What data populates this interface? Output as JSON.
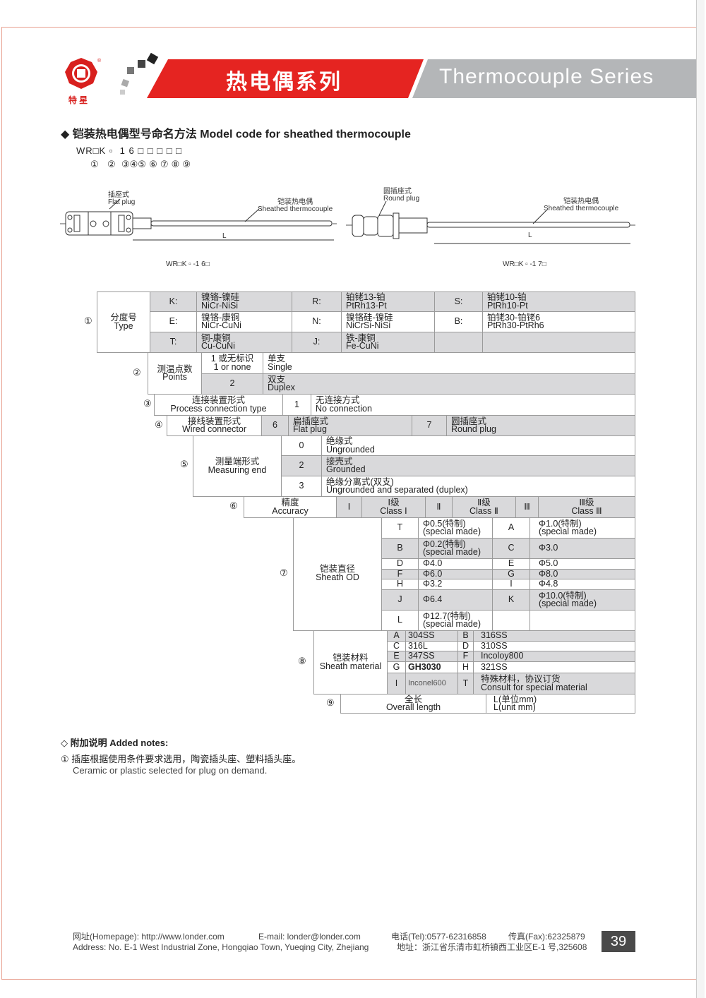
{
  "header": {
    "title_cn": "热电偶系列",
    "title_en": "Thermocouple Series",
    "logo_text": "特 星",
    "colors": {
      "red": "#e52421",
      "gray": "#b4b6b8"
    }
  },
  "section_title": "◆ 铠装热电偶型号命名方法  Model code for sheathed thermocouple",
  "model_code": "WR□K ▫  1 6 □ □ □ □ □",
  "model_positions": "①   ②  ③④⑤ ⑥ ⑦ ⑧ ⑨",
  "diagrams": {
    "flat": {
      "label": "插座式\nFlat plug",
      "sheath": "铠装热电偶\nSheathed thermocouple",
      "length": "L",
      "code": "WR□K ▫ -1 6□"
    },
    "round": {
      "label": "圆插座式\nRound plug",
      "sheath": "铠装热电偶\nSheathed thermocouple",
      "length": "L",
      "code": "WR□K ▫ -1 7□"
    }
  },
  "table": {
    "s1": {
      "num": "①",
      "label": "分度号\nType",
      "rows": [
        [
          "K:",
          "镍铬-镍硅\nNiCr-NiSi",
          "R:",
          "铂铑13-铂\nPtRh13-Pt",
          "S:",
          "铂铑10-铂\nPtRh10-Pt"
        ],
        [
          "E:",
          "镍铬-康铜\nNiCr-CuNi",
          "N:",
          "镍铬硅-镍硅\nNiCrSi-NiSi",
          "B:",
          "铂铑30-铂铑6\nPtRh30-PtRh6"
        ],
        [
          "T:",
          "铜-康铜\nCu-CuNi",
          "J:",
          "铁-康铜\nFe-CuNi",
          "",
          ""
        ]
      ]
    },
    "s2": {
      "num": "②",
      "label": "测温点数\nPoints",
      "rows": [
        [
          "1 或无标识\n1 or none",
          "单支\nSingle"
        ],
        [
          "2",
          "双支\nDuplex"
        ]
      ]
    },
    "s3": {
      "num": "③",
      "label": "连接装置形式\nProcess connection type",
      "code": "1",
      "desc": "无连接方式\nNo connection"
    },
    "s4": {
      "num": "④",
      "label": "接线装置形式\nWired connector",
      "rows": [
        [
          "6",
          "扁插座式\nFlat plug"
        ],
        [
          "7",
          "圆插座式\nRound plug"
        ]
      ]
    },
    "s5": {
      "num": "⑤",
      "label": "测量端形式\nMeasuring end",
      "rows": [
        [
          "0",
          "绝缘式\nUngrounded"
        ],
        [
          "2",
          "接壳式\nGrounded"
        ],
        [
          "3",
          "绝缘分离式(双支)\nUngrounded and separated (duplex)"
        ]
      ]
    },
    "s6": {
      "num": "⑥",
      "label": "精度\nAccuracy",
      "cols": [
        "Ⅰ",
        "Ⅰ级\nClass Ⅰ",
        "Ⅱ",
        "Ⅱ级\nClass Ⅱ",
        "Ⅲ",
        "Ⅲ级\nClass Ⅲ"
      ]
    },
    "s7": {
      "num": "⑦",
      "label": "铠装直径\nSheath OD",
      "rows": [
        [
          "T",
          "Φ0.5(特制)\n(special made)",
          "A",
          "Φ1.0(特制)\n(special made)"
        ],
        [
          "B",
          "Φ0.2(特制)\n(special made)",
          "C",
          "Φ3.0"
        ],
        [
          "D",
          "Φ4.0",
          "E",
          "Φ5.0"
        ],
        [
          "F",
          "Φ6.0",
          "G",
          "Φ8.0"
        ],
        [
          "H",
          "Φ3.2",
          "I",
          "Φ4.8"
        ],
        [
          "J",
          "Φ6.4",
          "K",
          "Φ10.0(特制)\n(special made)"
        ],
        [
          "L",
          "Φ12.7(特制)\n(special made)",
          "",
          ""
        ]
      ]
    },
    "s8": {
      "num": "⑧",
      "label": "铠装材料\nSheath material",
      "rows": [
        [
          "A",
          "304SS",
          "B",
          "316SS"
        ],
        [
          "C",
          "316L",
          "D",
          "310SS"
        ],
        [
          "E",
          "347SS",
          "F",
          "Incoloy800"
        ],
        [
          "G",
          "GH3030",
          "H",
          "321SS"
        ],
        [
          "I",
          "Inconel600",
          "T",
          "特殊材料，协议订货\nConsult for special material"
        ]
      ]
    },
    "s9": {
      "num": "⑨",
      "label": "全长\nOverall length",
      "value": "L(单位mm)\nL(unit mm)"
    }
  },
  "notes": {
    "title": "◇ 附加说明  Added notes:",
    "item_cn": "① 插座根据使用条件要求选用，陶瓷插头座、塑料插头座。",
    "item_en": "Ceramic or plastic selected for plug on demand."
  },
  "footer": {
    "homepage": "网址(Homepage): http://www.londer.com",
    "email": "E-mail: londer@londer.com",
    "tel": "电话(Tel):0577-62316858",
    "fax": "传真(Fax):62325879",
    "address_en": "Address: No. E-1 West Industrial Zone, Hongqiao Town, Yueqing City, Zhejiang",
    "address_cn": "地址：浙江省乐清市虹桥镇西工业区E-1 号,325608",
    "page": "39"
  }
}
